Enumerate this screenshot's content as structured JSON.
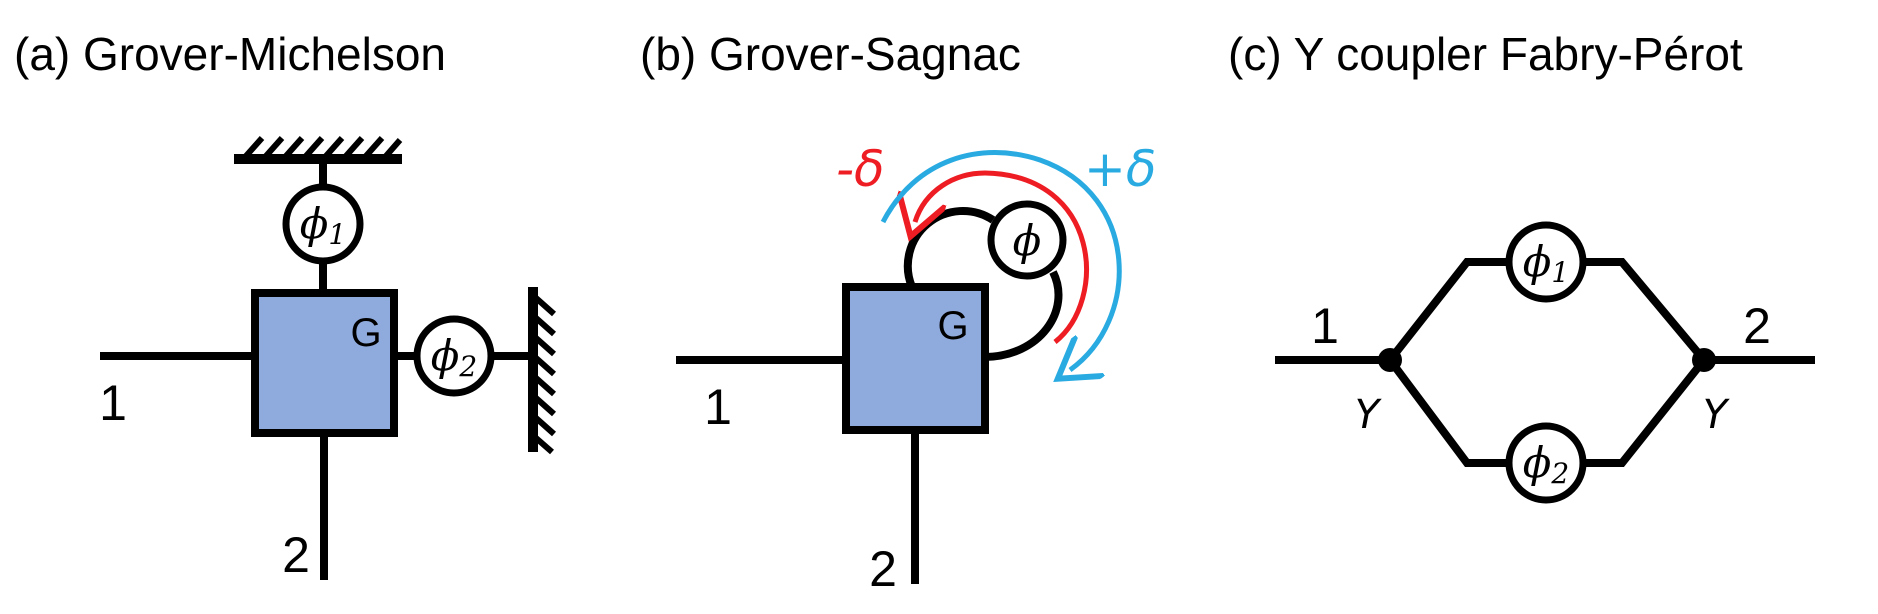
{
  "colors": {
    "grover_box": "#8faadc",
    "red_arrow": "#ee1d23",
    "blue_arrow": "#29abe2",
    "wire": "#000000"
  },
  "panels": [
    {
      "title": "(a) Grover-Michelson",
      "box_label": "G",
      "phase_a": {
        "symbol": "ϕ",
        "sub": "1"
      },
      "phase_b": {
        "symbol": "ϕ",
        "sub": "2"
      },
      "port_in": "1",
      "port_out": "2",
      "icons": [
        "mirror-top-icon",
        "mirror-right-icon"
      ]
    },
    {
      "title": "(b) Grover-Sagnac",
      "box_label": "G",
      "phase": {
        "symbol": "ϕ"
      },
      "minus_delta": "-δ",
      "plus_delta": "+δ",
      "port_in": "1",
      "port_out": "2"
    },
    {
      "title": "(c) Y coupler Fabry-Pérot",
      "phase_a": {
        "symbol": "ϕ",
        "sub": "1"
      },
      "phase_b": {
        "symbol": "ϕ",
        "sub": "2"
      },
      "port_in": "1",
      "port_out": "2",
      "coupler_left": "Y",
      "coupler_right": "Y"
    }
  ]
}
